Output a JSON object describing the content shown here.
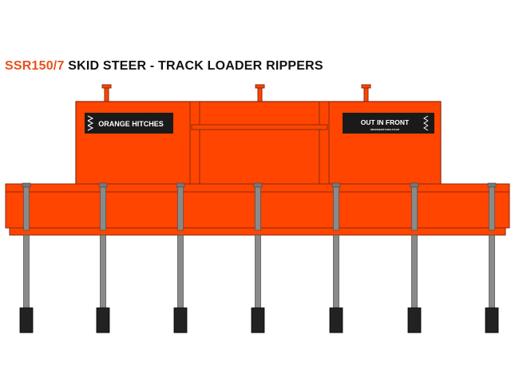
{
  "heading": {
    "model": "SSR150/7",
    "description": "SKID STEER - TRACK LOADER RIPPERS"
  },
  "decals": {
    "left_brand": "ORANGE HITCHES",
    "right_slogan": "OUT IN FRONT",
    "right_small": "ORANGEHITCHES.CO.NZ"
  },
  "attachment": {
    "tine_count": 7
  },
  "colors": {
    "body": "#ff4500",
    "outline": "#8a2a0a",
    "shank": "#8a8a8a",
    "tip": "#222222",
    "decal": "#1a1a1a",
    "title_accent": "#e8511d"
  }
}
